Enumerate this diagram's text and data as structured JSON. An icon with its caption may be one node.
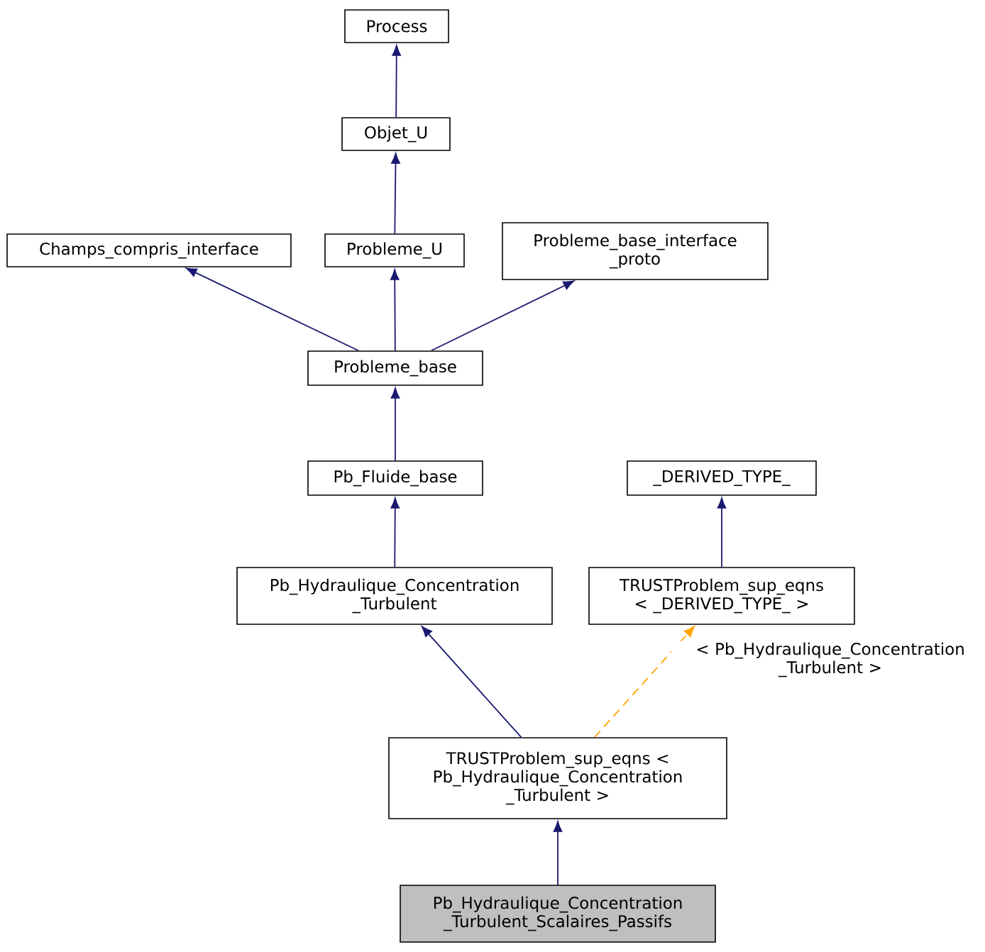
{
  "diagram": {
    "nodes": [
      {
        "text": [
          "Process"
        ]
      },
      {
        "text": [
          "Objet_U"
        ]
      },
      {
        "text": [
          "Champs_compris_interface"
        ]
      },
      {
        "text": [
          "Probleme_U"
        ]
      },
      {
        "text": [
          "Probleme_base_interface _proto"
        ]
      },
      {
        "text": [
          "Probleme_base"
        ]
      },
      {
        "text": [
          "Pb_Fluide_base"
        ]
      },
      {
        "text": [
          "_DERIVED_TYPE_"
        ]
      },
      {
        "text": [
          "Pb_Hydraulique_Concentration _Turbulent"
        ]
      },
      {
        "text": [
          "TRUSTProblem_sup_eqns < _DERIVED_TYPE_ >"
        ]
      },
      {
        "text": [
          "TRUSTProblem_sup_eqns < Pb_Hydraulique_Concentration _Turbulent >"
        ]
      },
      {
        "text": [
          "Pb_Hydraulique_Concentration _Turbulent_Scalaires_Passifs"
        ]
      }
    ],
    "edges": [
      {
        "from": 1,
        "to": 0,
        "arrow": "to"
      },
      {
        "from": 3,
        "to": 1,
        "arrow": "to"
      },
      {
        "from": 5,
        "to": 2,
        "arrow": "to"
      },
      {
        "from": 5,
        "to": 3,
        "arrow": "to"
      },
      {
        "from": 5,
        "to": 4,
        "arrow": "to"
      },
      {
        "from": 6,
        "to": 5,
        "arrow": "to"
      },
      {
        "from": 8,
        "to": 6,
        "arrow": "to"
      },
      {
        "from": 9,
        "to": 7,
        "arrow": "to"
      },
      {
        "from": 10,
        "to": 8,
        "arrow": "to"
      },
      {
        "from": 10,
        "to": 9,
        "arrow": "to",
        "style": "dashed",
        "color": "#ffa500",
        "label": "< Pb_Hydraulique_Concentration _Turbulent >"
      },
      {
        "from": 11,
        "to": 10,
        "arrow": "to"
      }
    ]
  }
}
